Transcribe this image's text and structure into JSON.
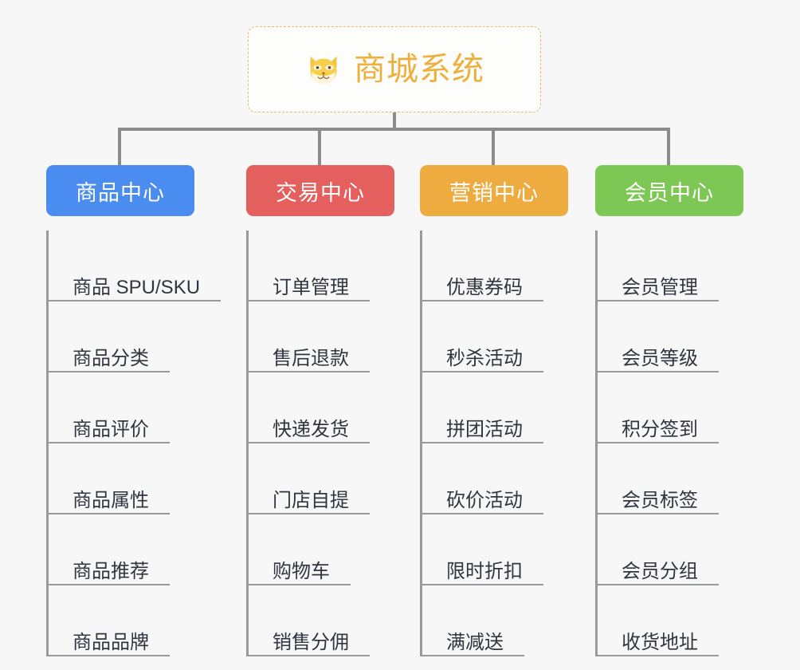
{
  "background_color": "#f7f7f7",
  "root": {
    "label": "商城系统",
    "icon": "shiba-dog-icon",
    "text_color": "#eeb03c",
    "border_color": "#e8b96a"
  },
  "columns": [
    {
      "header": "商品中心",
      "color": "#4a8cf0",
      "items": [
        "商品 SPU/SKU",
        "商品分类",
        "商品评价",
        "商品属性",
        "商品推荐",
        "商品品牌"
      ]
    },
    {
      "header": "交易中心",
      "color": "#e4605e",
      "items": [
        "订单管理",
        "售后退款",
        "快递发货",
        "门店自提",
        "购物车",
        "销售分佣"
      ]
    },
    {
      "header": "营销中心",
      "color": "#eeab40",
      "items": [
        "优惠券码",
        "秒杀活动",
        "拼团活动",
        "砍价活动",
        "限时折扣",
        "满减送"
      ]
    },
    {
      "header": "会员中心",
      "color": "#7dc855",
      "items": [
        "会员管理",
        "会员等级",
        "积分签到",
        "会员标签",
        "会员分组",
        "收货地址"
      ]
    }
  ],
  "connector_color": "#8c8c8c",
  "leaf_text_color": "#2f3640",
  "leaf_rule_color": "#9a9a9a"
}
